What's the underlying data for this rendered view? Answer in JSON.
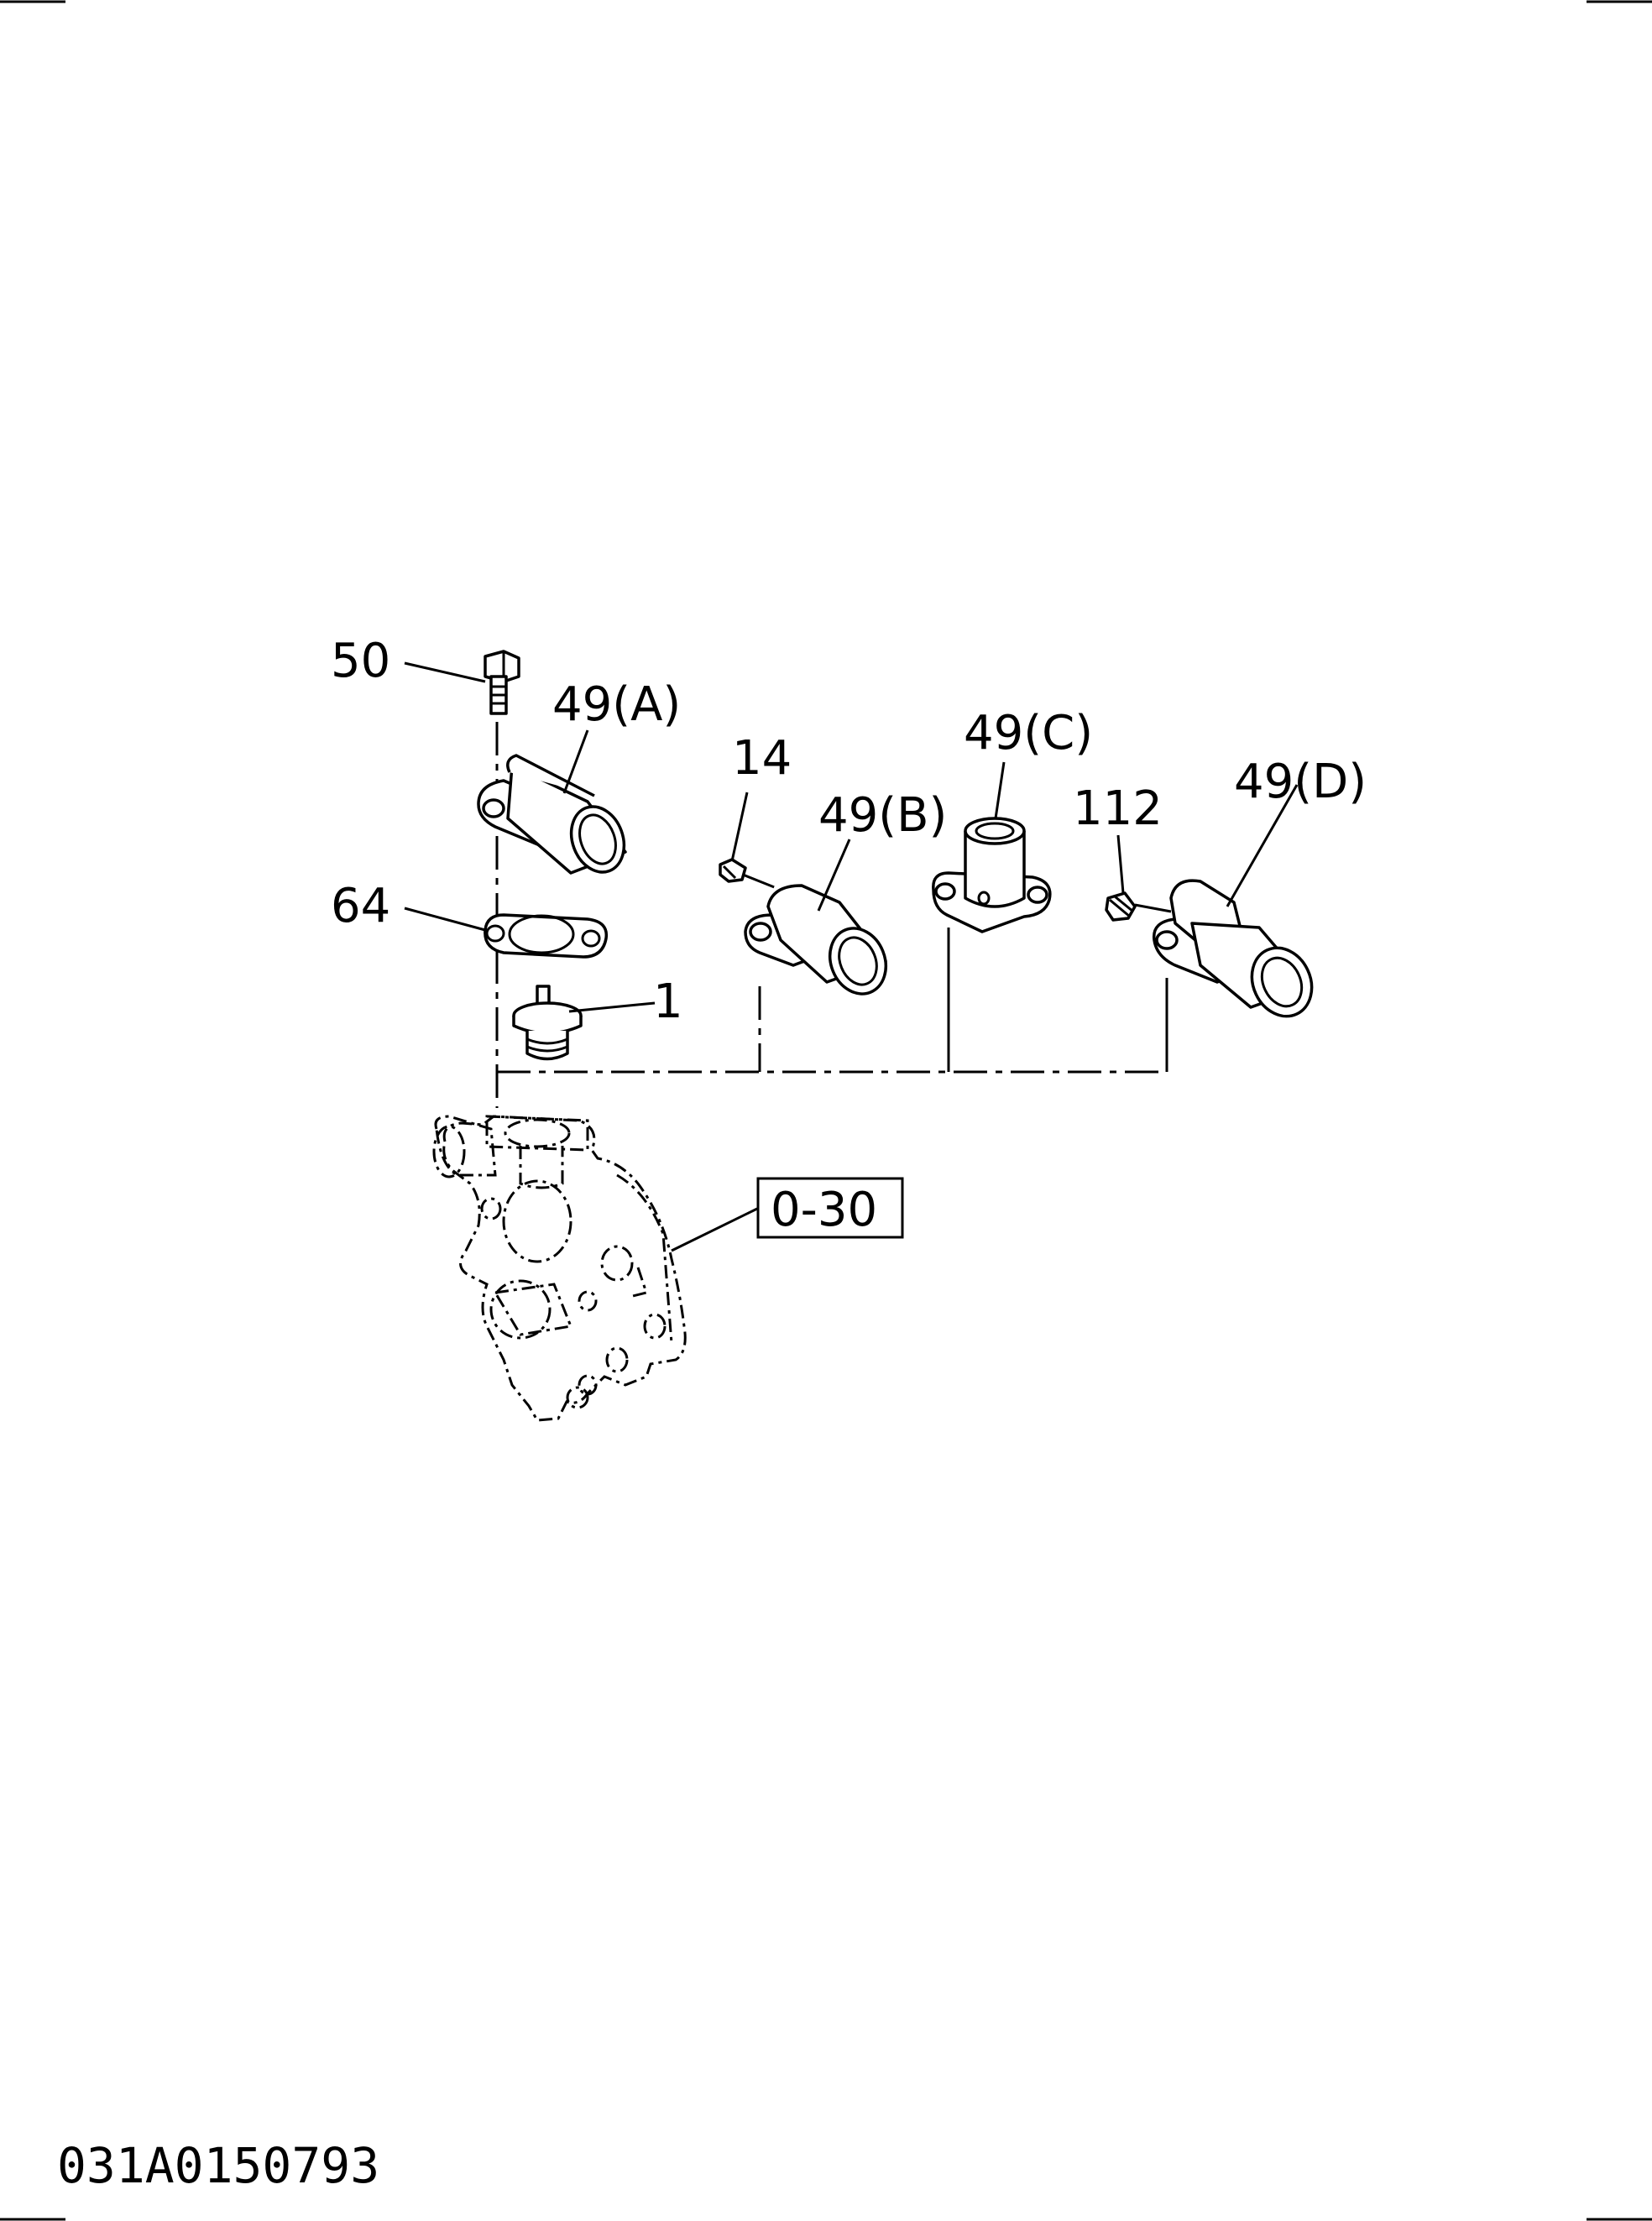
{
  "diagram": {
    "callouts": {
      "c50": "50",
      "c49a": "49(A)",
      "c14": "14",
      "c49b": "49(B)",
      "c49c": "49(C)",
      "c112": "112",
      "c49d": "49(D)",
      "c64": "64",
      "c1": "1",
      "ref": "0-30"
    },
    "document_id": "031A0150793"
  }
}
